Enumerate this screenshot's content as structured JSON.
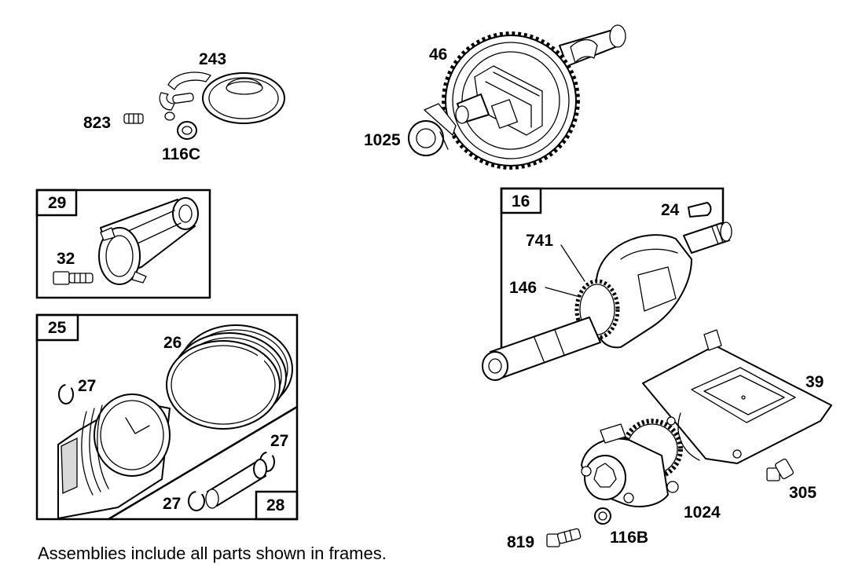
{
  "labels": {
    "p243": "243",
    "p823": "823",
    "p116C": "116C",
    "p46": "46",
    "p1025": "1025",
    "p29": "29",
    "p32": "32",
    "p16": "16",
    "p24": "24",
    "p741": "741",
    "p146": "146",
    "p25": "25",
    "p26": "26",
    "p27a": "27",
    "p27b": "27",
    "p27c": "27",
    "p28": "28",
    "p39": "39",
    "p305": "305",
    "p1024": "1024",
    "p819": "819",
    "p116B": "116B"
  },
  "caption": "Assemblies include all parts shown in frames."
}
